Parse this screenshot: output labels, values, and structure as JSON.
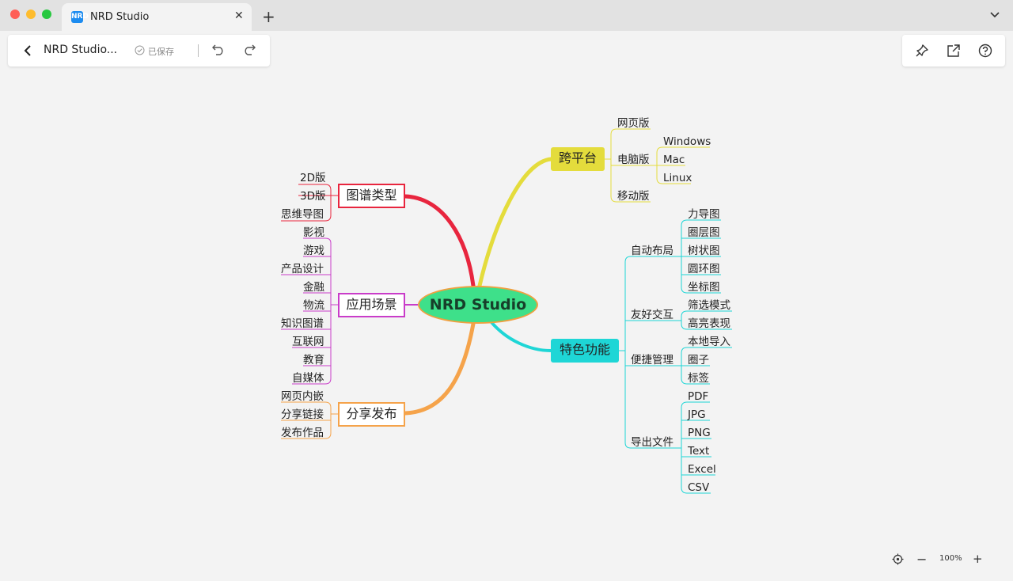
{
  "window": {
    "tab_title": "NRD Studio",
    "tab_logo": "NRD",
    "close_glyph": "✕",
    "new_tab_glyph": "+"
  },
  "toolbar": {
    "doc_title": "NRD Studio...",
    "saved_label": "已保存"
  },
  "zoom": {
    "level": "100%",
    "minus": "−",
    "plus": "+"
  },
  "mindmap": {
    "root": "NRD Studio",
    "branches": {
      "cross_platform": {
        "label": "跨平台",
        "color": "#e4dc3c",
        "web": "网页版",
        "desktop": "电脑版",
        "desktop_items": [
          "Windows",
          "Mac",
          "Linux"
        ],
        "mobile": "移动版"
      },
      "features": {
        "label": "特色功能",
        "color": "#1ed6d6",
        "auto_layout": "自动布局",
        "auto_layout_items": [
          "力导图",
          "圈层图",
          "树状图",
          "圆环图",
          "坐标图"
        ],
        "interaction": "友好交互",
        "interaction_items": [
          "筛选模式",
          "高亮表现"
        ],
        "management": "便捷管理",
        "management_items": [
          "本地导入",
          "圈子",
          "标签"
        ],
        "export": "导出文件",
        "export_items": [
          "PDF",
          "JPG",
          "PNG",
          "Text",
          "Excel",
          "CSV"
        ]
      },
      "graph_types": {
        "label": "图谱类型",
        "color": "#e8253e",
        "items": [
          "2D版",
          "3D版",
          "思维导图"
        ]
      },
      "scenarios": {
        "label": "应用场景",
        "color": "#c93cc9",
        "items": [
          "影视",
          "游戏",
          "产品设计",
          "金融",
          "物流",
          "知识图谱",
          "互联网",
          "教育",
          "自媒体"
        ]
      },
      "publish": {
        "label": "分享发布",
        "color": "#f5a34a",
        "items": [
          "网页内嵌",
          "分享链接",
          "发布作品"
        ]
      }
    }
  }
}
